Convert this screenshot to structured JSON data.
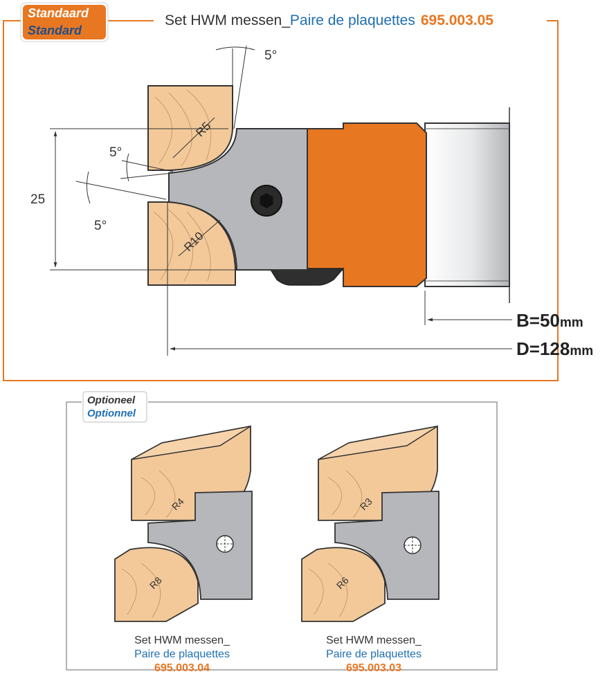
{
  "standard_box": {
    "badge_line1": "Standaard",
    "badge_line2": "Standard",
    "title_nl": "Set HWM messen_",
    "title_fr": "Paire de plaquettes",
    "title_code": "695.003.05"
  },
  "dimensions": {
    "angle_top": "5°",
    "angle_mid": "5°",
    "angle_low": "5°",
    "height": "25",
    "radius_top": "R5",
    "radius_bottom": "R10",
    "bore_prefix": "B=50",
    "bore_unit": "mm",
    "diameter_prefix": "D=128",
    "diameter_unit": "mm"
  },
  "optional_box": {
    "badge_line1": "Optioneel",
    "badge_line2": "Optionnel",
    "left_set": {
      "radius_top": "R4",
      "radius_bottom": "R8",
      "label_nl": "Set HWM messen_",
      "label_fr": "Paire de plaquettes",
      "code": "695.003.04"
    },
    "right_set": {
      "radius_top": "R3",
      "radius_bottom": "R6",
      "label_nl": "Set HWM messen_",
      "label_fr": "Paire de plaquettes",
      "code": "695.003.03"
    }
  },
  "colors": {
    "orange": "#e87722",
    "blue": "#1f6fb2",
    "wood": "#f3c99a",
    "steel": "#b5b7ba",
    "dark": "#333333"
  }
}
